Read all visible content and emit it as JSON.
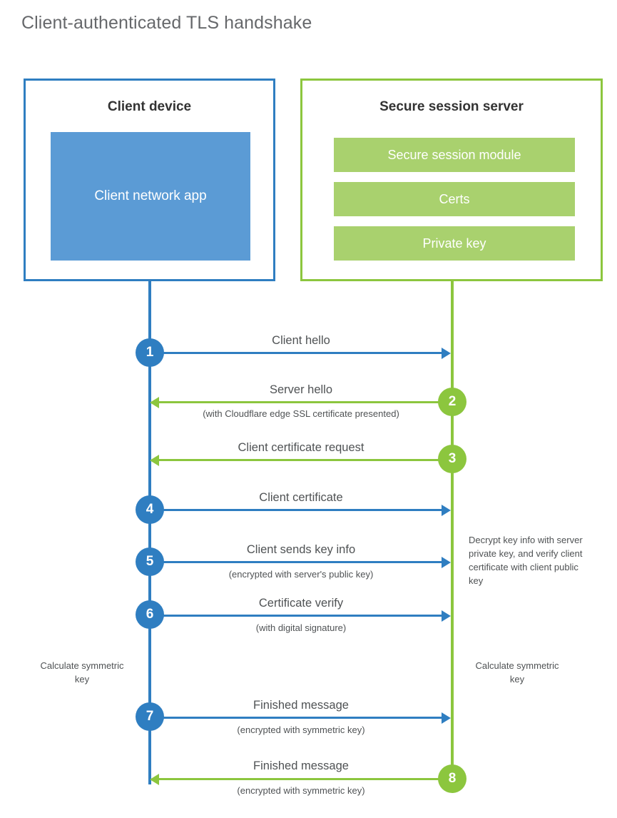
{
  "title": "Client-authenticated TLS handshake",
  "colors": {
    "blue_accent": "#2f7ec1",
    "blue_fill": "#5b9bd5",
    "green_accent": "#8cc63e",
    "green_fill": "#a9d16e",
    "text": "#4f5254",
    "title_text": "#66686b",
    "background": "#ffffff"
  },
  "client_panel": {
    "title": "Client device",
    "app_label": "Client network app"
  },
  "server_panel": {
    "title": "Secure session server",
    "modules": [
      {
        "label": "Secure session module"
      },
      {
        "label": "Certs"
      },
      {
        "label": "Private key"
      }
    ]
  },
  "steps": [
    {
      "number": "1",
      "side": "client",
      "direction": "right",
      "label": "Client hello",
      "sublabel": ""
    },
    {
      "number": "2",
      "side": "server",
      "direction": "left",
      "label": "Server hello",
      "sublabel": "(with Cloudflare edge SSL certificate presented)"
    },
    {
      "number": "3",
      "side": "server",
      "direction": "left",
      "label": "Client certificate request",
      "sublabel": ""
    },
    {
      "number": "4",
      "side": "client",
      "direction": "right",
      "label": "Client certificate",
      "sublabel": ""
    },
    {
      "number": "5",
      "side": "client",
      "direction": "right",
      "label": "Client sends key info",
      "sublabel": "(encrypted with server's public key)"
    },
    {
      "number": "6",
      "side": "client",
      "direction": "right",
      "label": "Certificate verify",
      "sublabel": "(with digital signature)"
    },
    {
      "number": "7",
      "side": "client",
      "direction": "right",
      "label": "Finished message",
      "sublabel": "(encrypted with symmetric key)"
    },
    {
      "number": "8",
      "side": "server",
      "direction": "left",
      "label": "Finished message",
      "sublabel": "(encrypted with symmetric key)"
    }
  ],
  "annotations": {
    "server_decrypt": "Decrypt key info with server private key, and verify client certificate with client public key",
    "client_calculate": "Calculate symmetric key",
    "server_calculate": "Calculate symmetric key"
  }
}
